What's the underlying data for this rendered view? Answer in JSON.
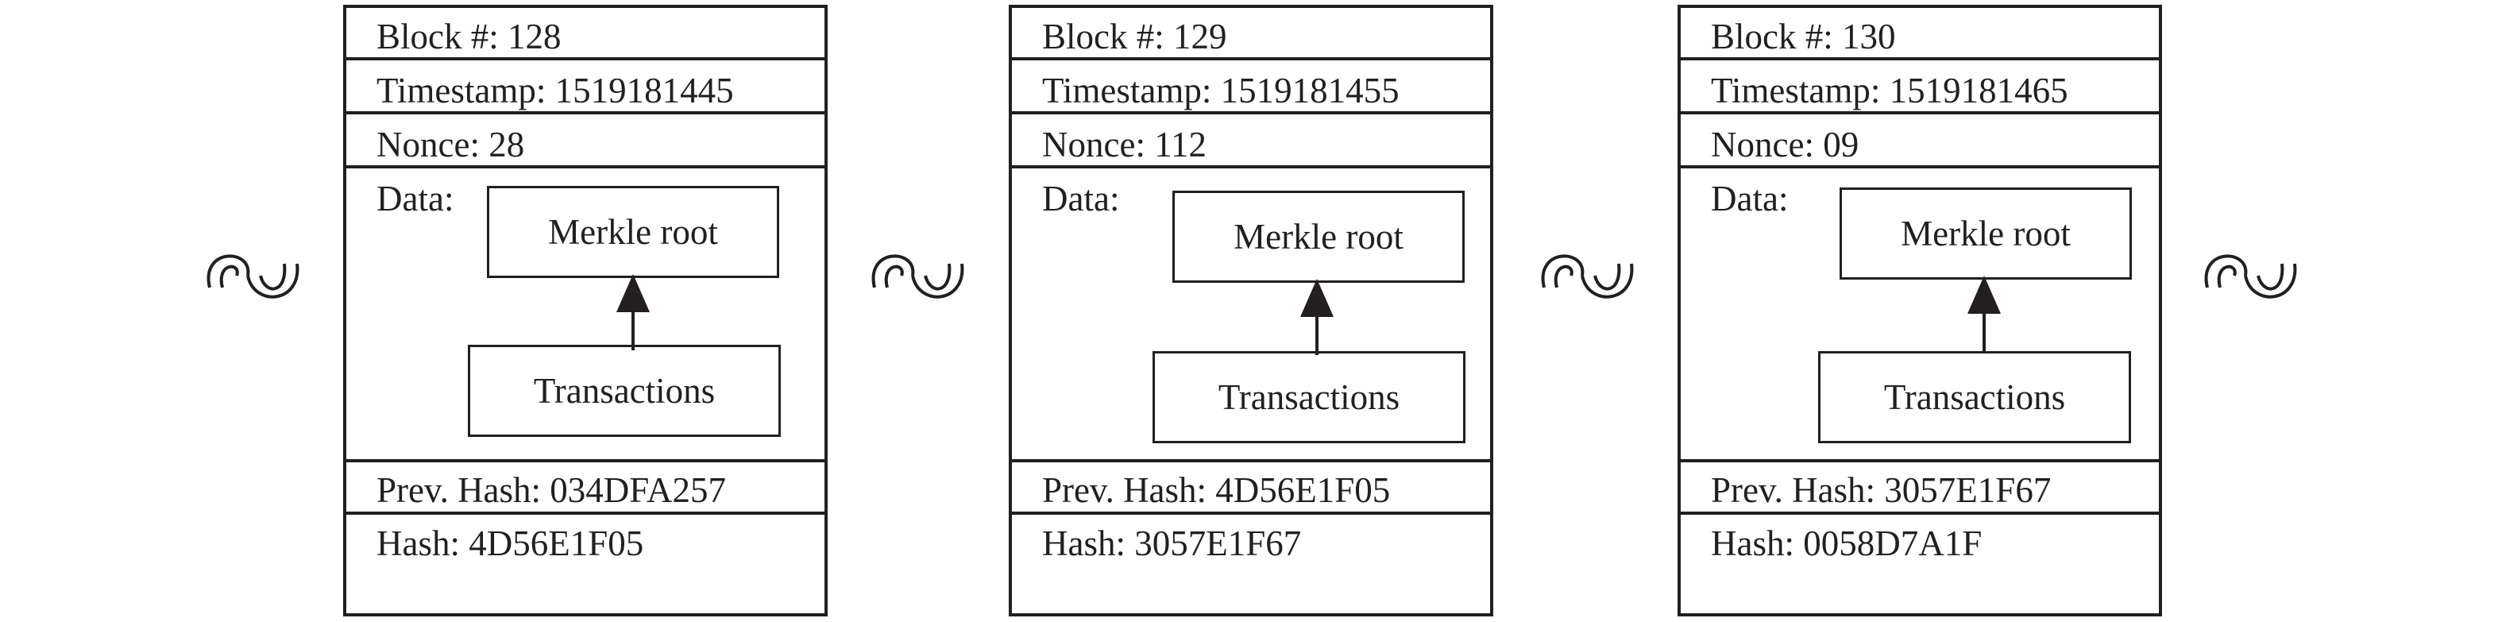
{
  "blocks": [
    {
      "block": "Block #: 128",
      "timestamp": "Timestamp: 1519181445",
      "nonce": "Nonce: 28",
      "data_label": "Data:",
      "merkle": "Merkle root",
      "transactions": "Transactions",
      "prev_hash": "Prev. Hash: 034DFA257",
      "hash": "Hash: 4D56E1F05"
    },
    {
      "block": "Block #: 129",
      "timestamp": "Timestamp: 1519181455",
      "nonce": "Nonce: 112",
      "data_label": "Data:",
      "merkle": "Merkle root",
      "transactions": "Transactions",
      "prev_hash": "Prev. Hash: 4D56E1F05",
      "hash": "Hash: 3057E1F67"
    },
    {
      "block": "Block #: 130",
      "timestamp": "Timestamp: 1519181465",
      "nonce": "Nonce: 09",
      "data_label": "Data:",
      "merkle": "Merkle root",
      "transactions": "Transactions",
      "prev_hash": "Prev. Hash: 3057E1F67",
      "hash": "Hash: 0058D7A1F"
    }
  ],
  "link_icon": "chain-link-icon"
}
